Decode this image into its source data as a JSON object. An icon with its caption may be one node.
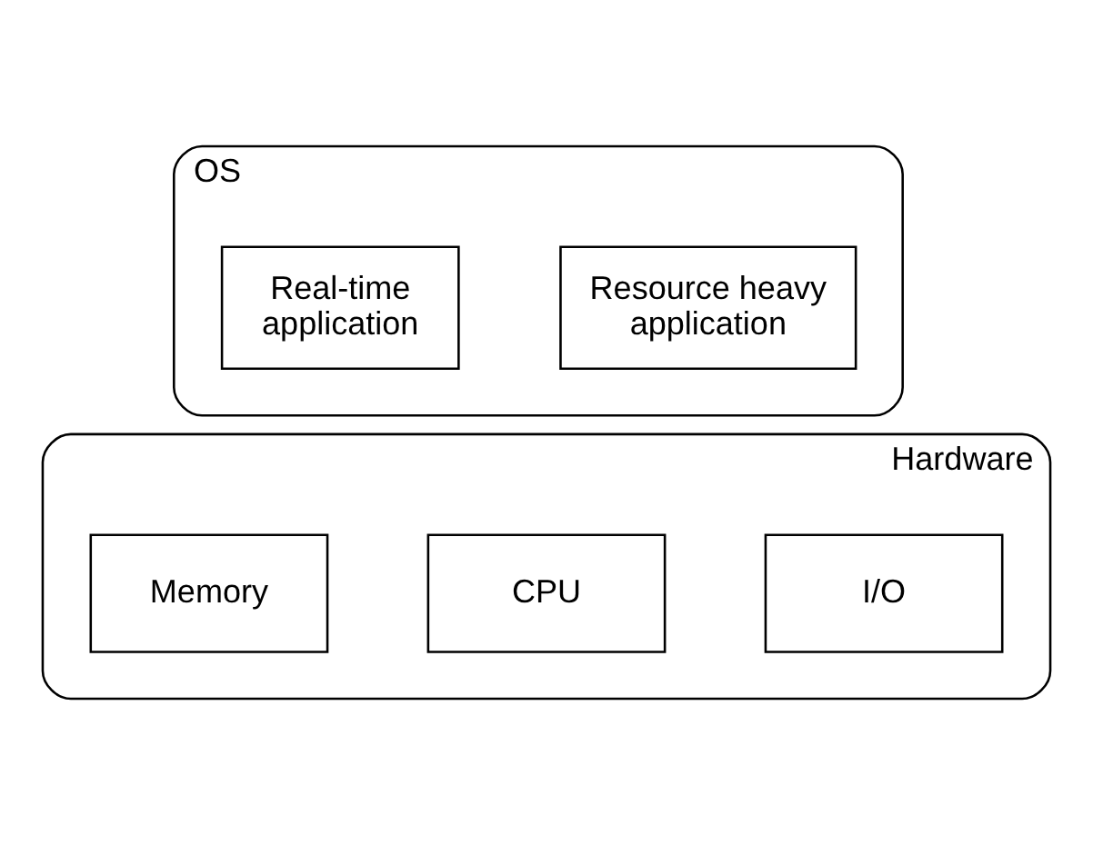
{
  "diagram": {
    "nodes": [
      {
        "text": [
          "OS"
        ]
      },
      {
        "text": [
          "Resource heavy application"
        ],
        "in": 0
      },
      {
        "text": [
          "Real-time application"
        ],
        "in": 0
      },
      {
        "text": [
          "Hardware"
        ]
      },
      {
        "text": [
          "I/O"
        ],
        "in": 3
      },
      {
        "text": [
          "CPU"
        ],
        "in": 3
      },
      {
        "text": [
          "Memory"
        ],
        "in": 3
      }
    ]
  }
}
